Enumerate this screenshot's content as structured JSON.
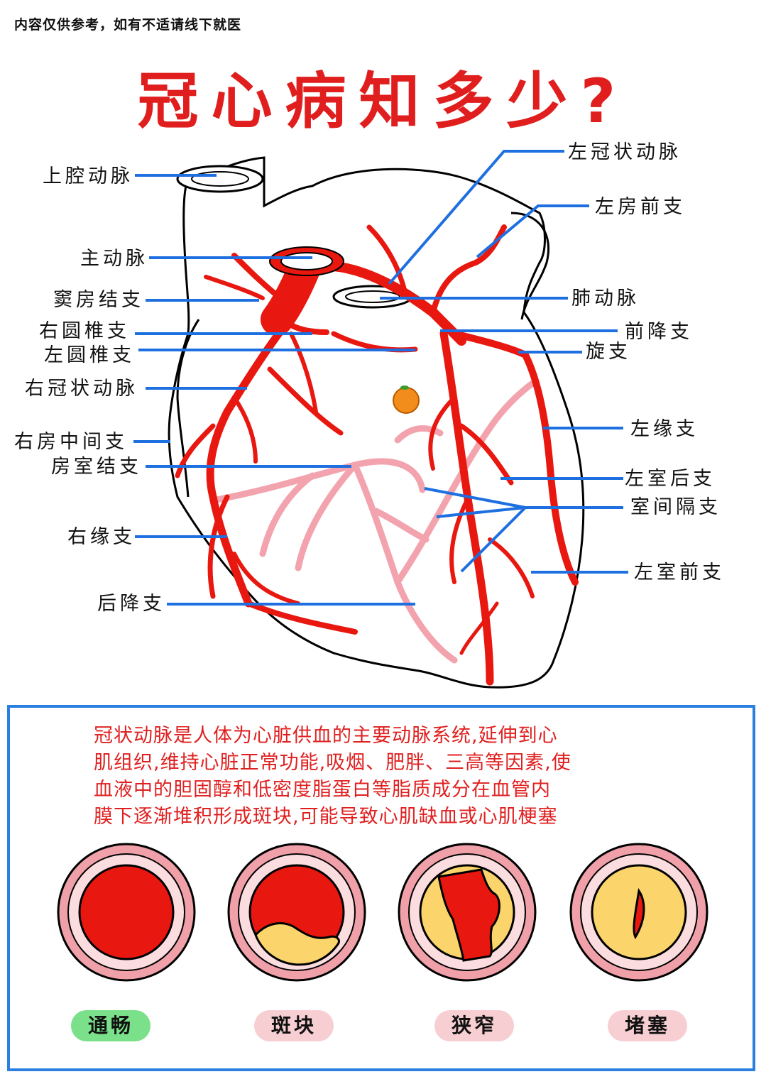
{
  "disclaimer": "内容仅供参考，如有不适请线下就医",
  "title": "冠心病知多少?",
  "labels": {
    "svc": "上腔动脉",
    "aorta": "主动脉",
    "sinus_node": "窦房结支",
    "right_conus": "右圆椎支",
    "left_conus": "左圆椎支",
    "rca": "右冠状动脉",
    "right_atrial_mid": "右房中间支",
    "av_node": "房室结支",
    "right_marginal": "右缘支",
    "pda": "后降支",
    "lca": "左冠状动脉",
    "left_atrial_ant": "左房前支",
    "pulmonary": "肺动脉",
    "lad": "前降支",
    "circumflex": "旋支",
    "left_marginal": "左缘支",
    "lv_posterior": "左室后支",
    "septal": "室间隔支",
    "lv_anterior": "左室前支"
  },
  "description": [
    "冠状动脉是人体为心脏供血的主要动脉系统,延伸到心",
    "肌组织,维持心脏正常功能,吸烟、肥胖、三高等因素,使",
    "血液中的胆固醇和低密度脂蛋白等脂质成分在血管内",
    "膜下逐渐堆积形成斑块,可能导致心肌缺血或心肌梗塞"
  ],
  "stages": [
    {
      "label": "通畅",
      "badge_color": "#7be08a"
    },
    {
      "label": "斑块",
      "badge_color": "#f7cfd2"
    },
    {
      "label": "狭窄",
      "badge_color": "#f7cfd2"
    },
    {
      "label": "堵塞",
      "badge_color": "#f7cfd2"
    }
  ],
  "colors": {
    "title": "#e01e1e",
    "description": "#e02020",
    "leader_line": "#1e6fe0",
    "artery_red": "#e8170f",
    "vein_pink": "#f3a3ae",
    "plaque_yellow": "#fbd56b",
    "vessel_wall_pink": "#f0a0a8",
    "frame_blue": "#2a7fe0"
  },
  "watermark": "小橙子"
}
